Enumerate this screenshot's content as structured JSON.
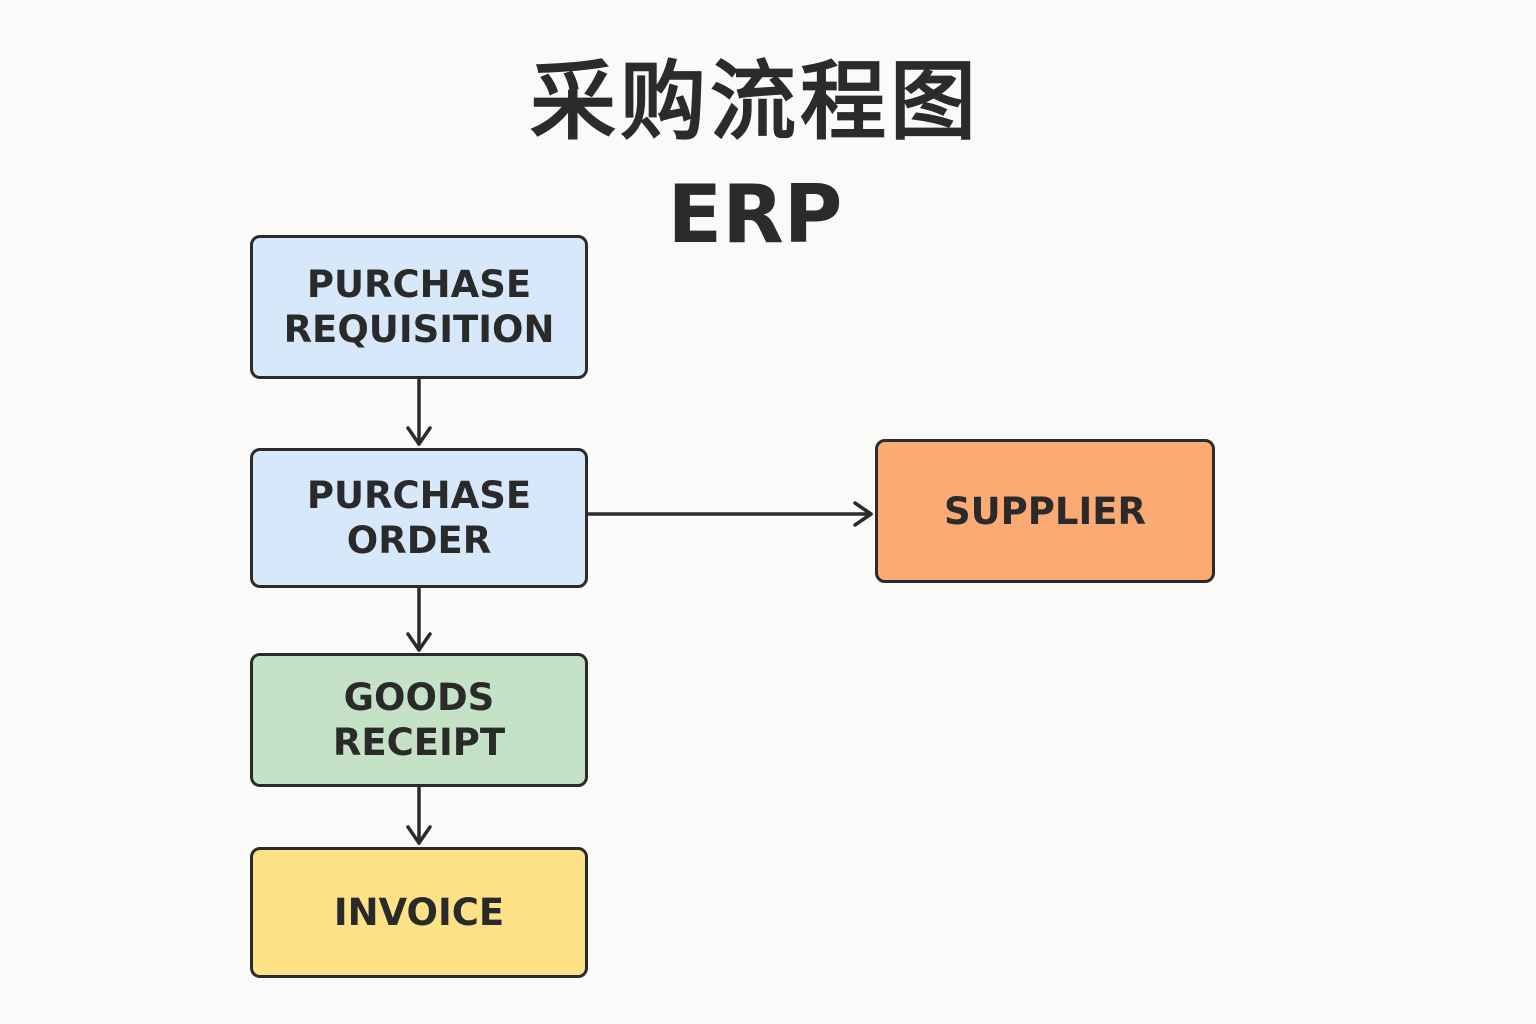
{
  "title": {
    "main": "采购流程图",
    "subtitle": "ERP"
  },
  "nodes": [
    {
      "id": "purchase_requisition",
      "label": "PURCHASE\nREQUISITION",
      "color": "#d7e8fb"
    },
    {
      "id": "purchase_order",
      "label": "PURCHASE\nORDER",
      "color": "#d7e8fb"
    },
    {
      "id": "goods_receipt",
      "label": "GOODS\nRECEIPT",
      "color": "#c6e2c6"
    },
    {
      "id": "invoice",
      "label": "INVOICE",
      "color": "#fde287"
    },
    {
      "id": "supplier",
      "label": "SUPPLIER",
      "color": "#fcaa73"
    }
  ],
  "edges": [
    {
      "from": "purchase_requisition",
      "to": "purchase_order"
    },
    {
      "from": "purchase_order",
      "to": "supplier"
    },
    {
      "from": "purchase_order",
      "to": "goods_receipt"
    },
    {
      "from": "goods_receipt",
      "to": "invoice"
    }
  ],
  "colors": {
    "stroke": "#2b2b2b",
    "background": "#fafaf8"
  }
}
